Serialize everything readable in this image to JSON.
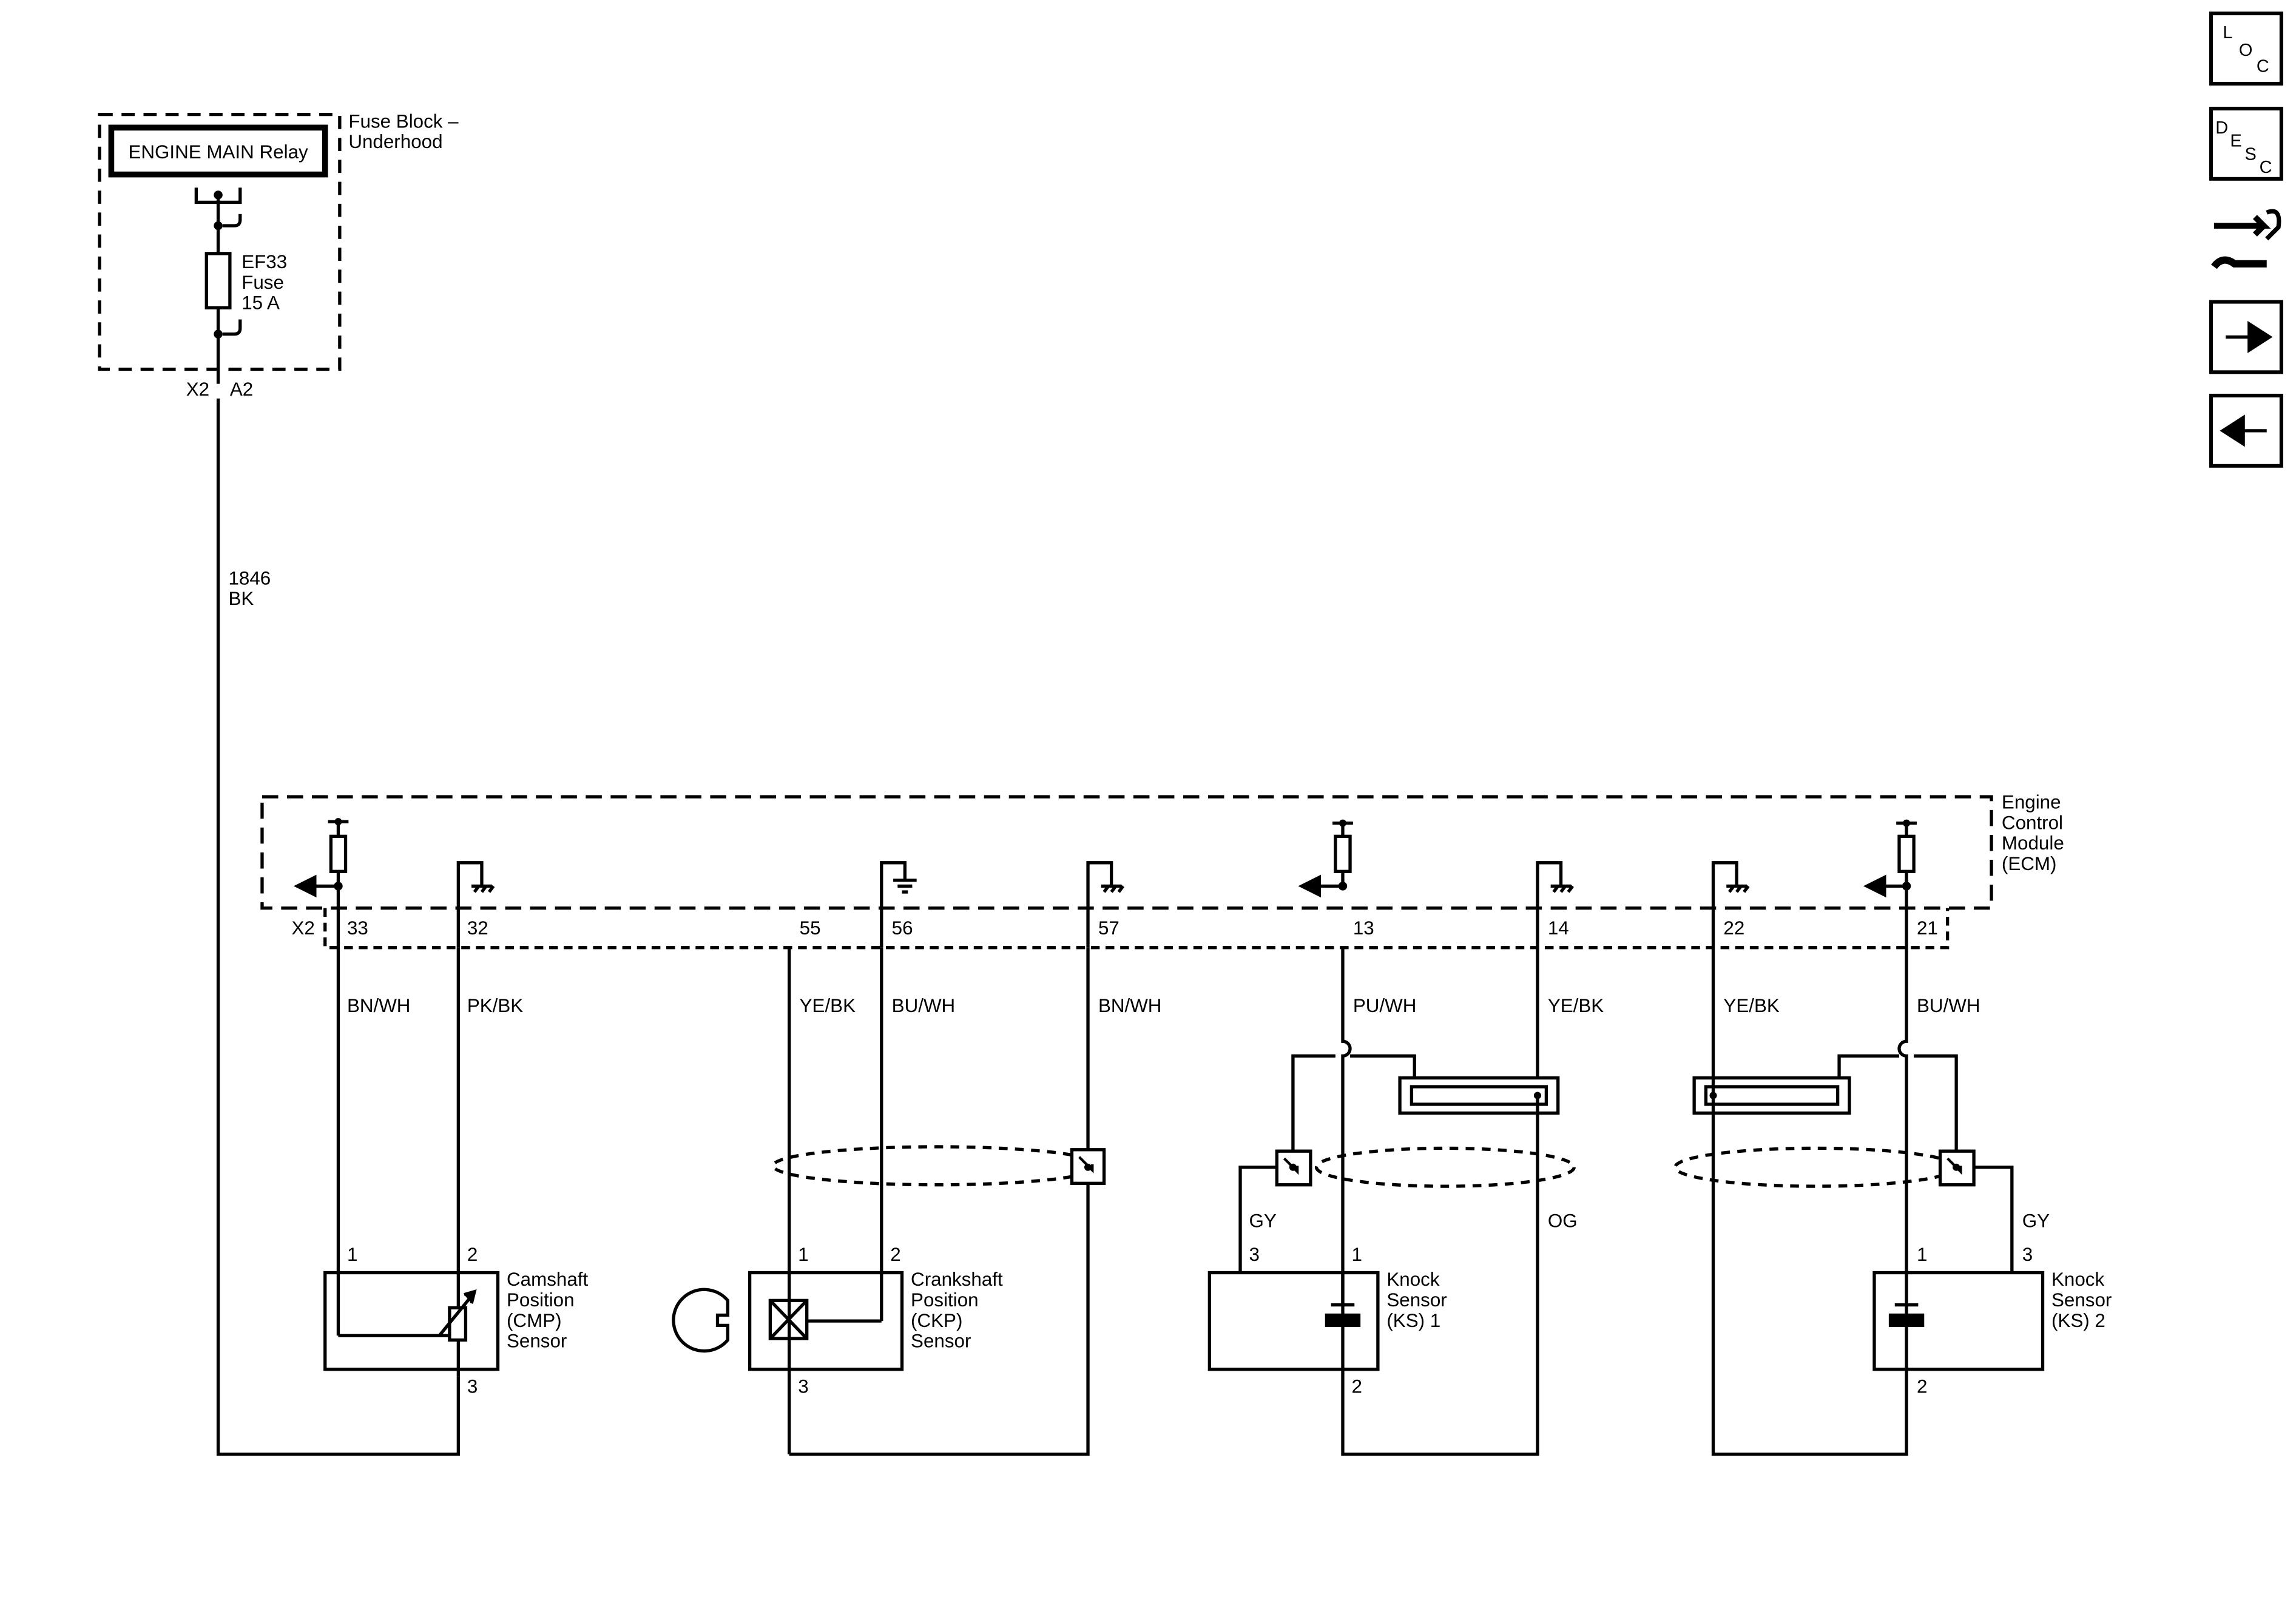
{
  "fuse_block": {
    "title": "Fuse Block –",
    "subtitle": "Underhood",
    "relay_label": "ENGINE MAIN Relay",
    "fuse_id": "EF33",
    "fuse_word": "Fuse",
    "fuse_rating": "15 A",
    "connector": "X2",
    "pin": "A2"
  },
  "feed_wire": {
    "circuit": "1846",
    "color": "BK"
  },
  "ecm": {
    "line1": "Engine",
    "line2": "Control",
    "line3": "Module",
    "line4": "(ECM)",
    "connector": "X2"
  },
  "ecm_pins": [
    {
      "pin": "33",
      "wire": "BN/WH"
    },
    {
      "pin": "32",
      "wire": "PK/BK"
    },
    {
      "pin": "55",
      "wire": "YE/BK"
    },
    {
      "pin": "56",
      "wire": "BU/WH"
    },
    {
      "pin": "57",
      "wire": "BN/WH"
    },
    {
      "pin": "13",
      "wire": "PU/WH"
    },
    {
      "pin": "14",
      "wire": "YE/BK"
    },
    {
      "pin": "22",
      "wire": "YE/BK"
    },
    {
      "pin": "21",
      "wire": "BU/WH"
    }
  ],
  "cmp_sensor": {
    "lines": [
      "Camshaft",
      "Position",
      "(CMP)",
      "Sensor"
    ],
    "pins": [
      "1",
      "2",
      "3"
    ]
  },
  "ckp_sensor": {
    "lines": [
      "Crankshaft",
      "Position",
      "(CKP)",
      "Sensor"
    ],
    "pins": [
      "1",
      "2",
      "3"
    ]
  },
  "ks1_sensor": {
    "lines": [
      "Knock",
      "Sensor",
      "(KS) 1"
    ],
    "pins": [
      "3",
      "1",
      "2"
    ],
    "shield_wire": "GY",
    "return_wire": "OG"
  },
  "ks2_sensor": {
    "lines": [
      "Knock",
      "Sensor",
      "(KS) 2"
    ],
    "pins": [
      "1",
      "3",
      "2"
    ],
    "shield_wire": "GY"
  },
  "nav": {
    "loc": [
      "L",
      "O",
      "C"
    ],
    "desc": [
      "D",
      "E",
      "S",
      "C"
    ],
    "tool_icon": "connector-tool-icon",
    "next_icon": "arrow-right-icon",
    "prev_icon": "arrow-left-icon"
  }
}
